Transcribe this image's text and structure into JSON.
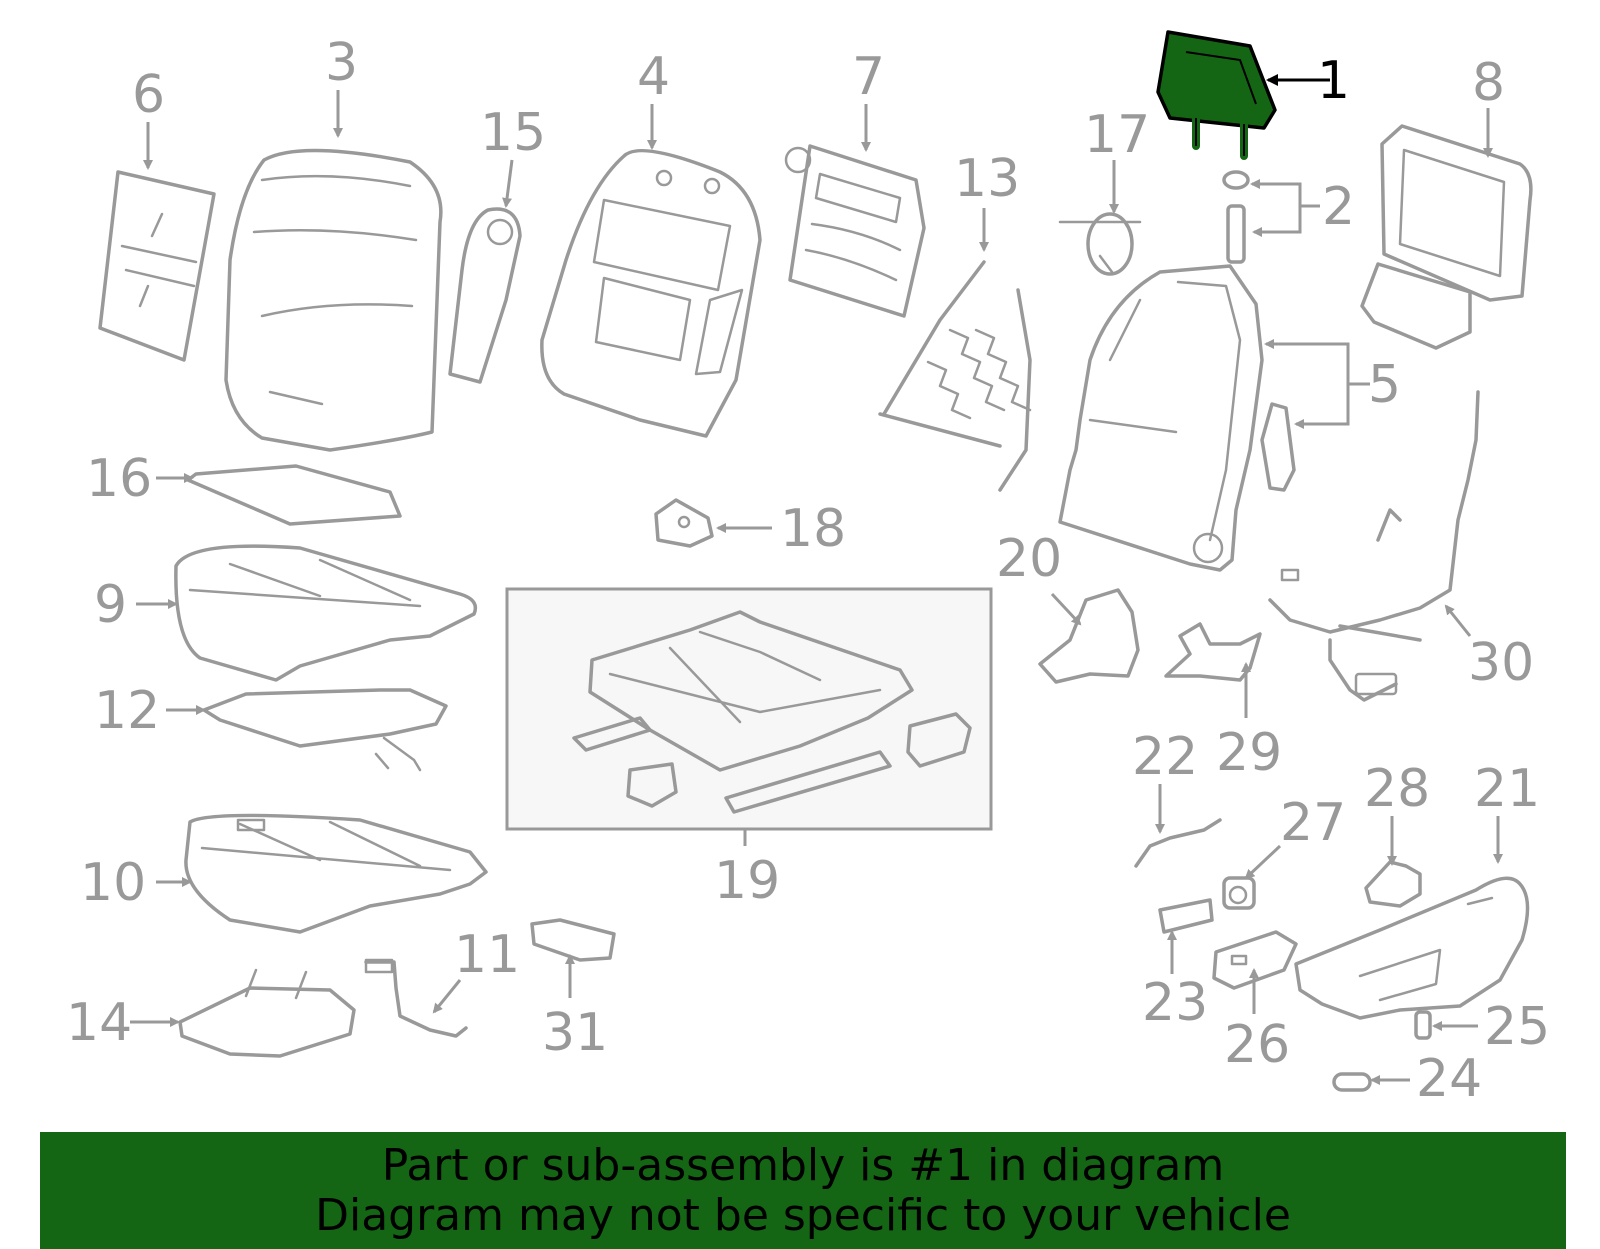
{
  "colors": {
    "part_line": "#999999",
    "highlight_fill": "#146614",
    "highlight_text": "#000000",
    "banner_bg": "#146614"
  },
  "callouts": [
    "1",
    "2",
    "3",
    "4",
    "5",
    "6",
    "7",
    "8",
    "9",
    "10",
    "11",
    "12",
    "13",
    "14",
    "15",
    "16",
    "17",
    "18",
    "19",
    "20",
    "21",
    "22",
    "23",
    "24",
    "25",
    "26",
    "27",
    "28",
    "29",
    "30",
    "31"
  ],
  "highlighted_part": "1",
  "banner": {
    "line1": "Part or sub-assembly is #1 in diagram",
    "line2": "Diagram may not be specific to your vehicle"
  }
}
